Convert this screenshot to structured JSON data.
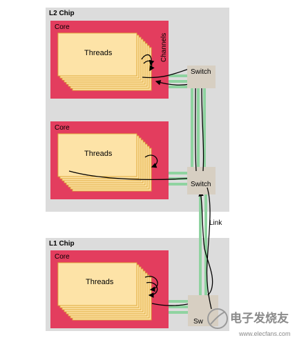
{
  "diagram": {
    "chips": [
      {
        "label": "L2 Chip"
      },
      {
        "label": "L1 Chip"
      }
    ],
    "cores": [
      {
        "label": "Core",
        "threads_label": "Threads"
      },
      {
        "label": "Core",
        "threads_label": "Threads"
      },
      {
        "label": "Core",
        "threads_label": "Threads"
      }
    ],
    "switches": [
      {
        "label": "Switch"
      },
      {
        "label": "Switch"
      },
      {
        "label": "Sw"
      }
    ],
    "channels_label": "Channels",
    "link_label": "Link"
  },
  "watermark": {
    "text": "电子发烧友",
    "url": "www.elecfans.com"
  },
  "colors": {
    "chip_bg": "#dcdcdc",
    "core_bg": "#e33d5e",
    "threads_bg": "#fde3a7",
    "threads_edge": "#e0a93a",
    "switch_bg": "#d7cfc2",
    "link_green": "#8fd3a0"
  }
}
